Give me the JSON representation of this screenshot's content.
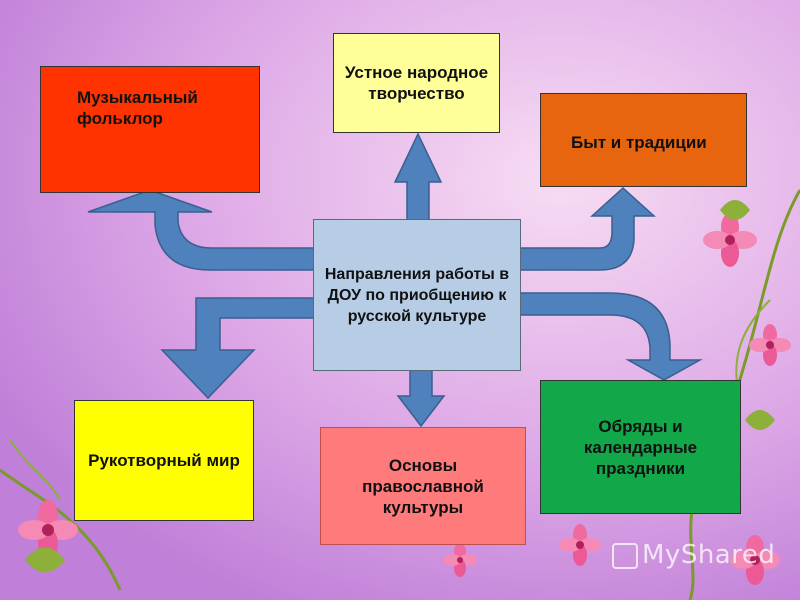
{
  "diagram": {
    "center": "Направления работы в ДОУ по приобщению к русской культуре",
    "nodes": {
      "music": "Музыкальный фольклор",
      "oral": "Устное народное творчество",
      "life": "Быт и традиции",
      "handmade": "Рукотворный мир",
      "orthodox": "Основы православной культуры",
      "rites": "Обряды и календарные праздники"
    }
  },
  "watermark": "MyShared",
  "colors": {
    "background_top": "#f3c8ef",
    "background_bottom": "#c98bdf",
    "arrow_fill": "#4f81bd",
    "arrow_stroke": "#3a5f8f",
    "music": "#ff3300",
    "oral": "#ffff99",
    "life": "#e8650f",
    "handmade": "#ffff00",
    "orthodox": "#ff7a7a",
    "rites": "#12a84a",
    "center": "#b7cde6"
  }
}
